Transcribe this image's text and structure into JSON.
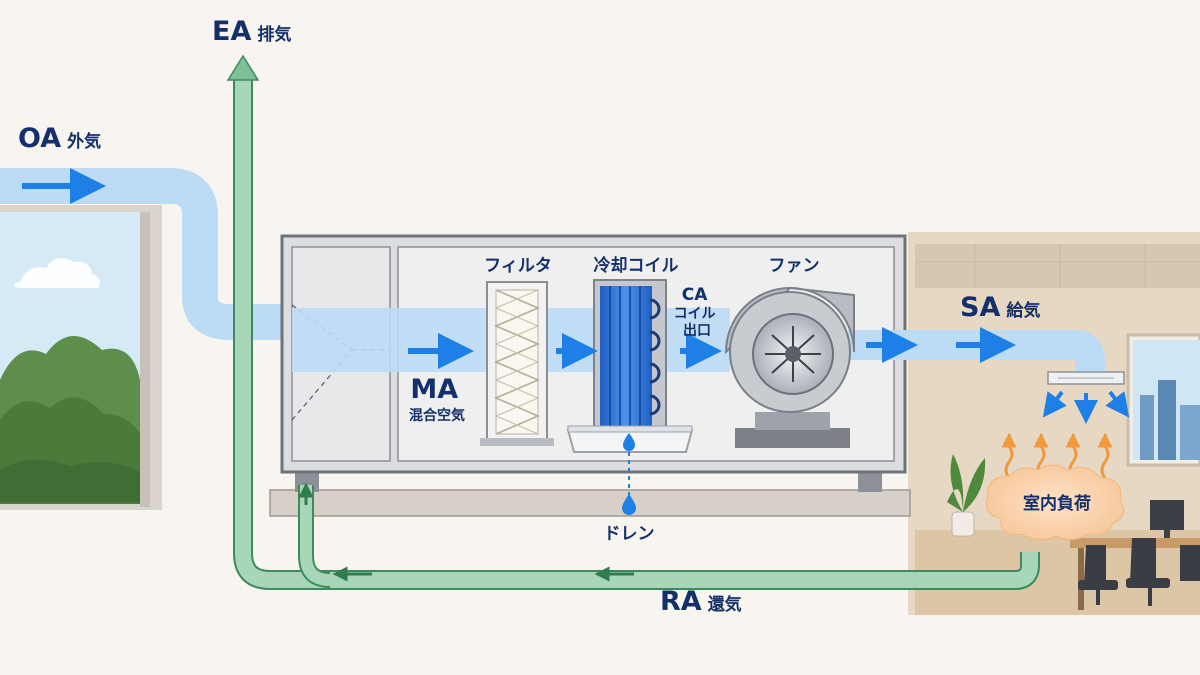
{
  "labels": {
    "ea": {
      "code": "EA",
      "name": "排気"
    },
    "oa": {
      "code": "OA",
      "name": "外気"
    },
    "ma": {
      "code": "MA",
      "name": "混合空気"
    },
    "filter": "フィルタ",
    "coil": "冷却コイル",
    "ca": {
      "code": "CA",
      "line1": "コイル",
      "line2": "出口"
    },
    "fan": "ファン",
    "sa": {
      "code": "SA",
      "name": "給気"
    },
    "load": "室内負荷",
    "drain": "ドレン",
    "ra": {
      "code": "RA",
      "name": "還気"
    }
  },
  "colors": {
    "air_blue": "#bcdcf6",
    "arrow_blue": "#1e7fe6",
    "return_green": "#7fbf98",
    "return_green_edge": "#3e8a5e",
    "text_navy": "#14306b",
    "load_orange": "#f5a240"
  },
  "icons": {
    "filter": "pleated-filter-icon",
    "coil": "cooling-coil-icon",
    "fan": "centrifugal-fan-icon",
    "diffuser": "ceiling-diffuser-icon",
    "drain": "water-drop-icon"
  }
}
